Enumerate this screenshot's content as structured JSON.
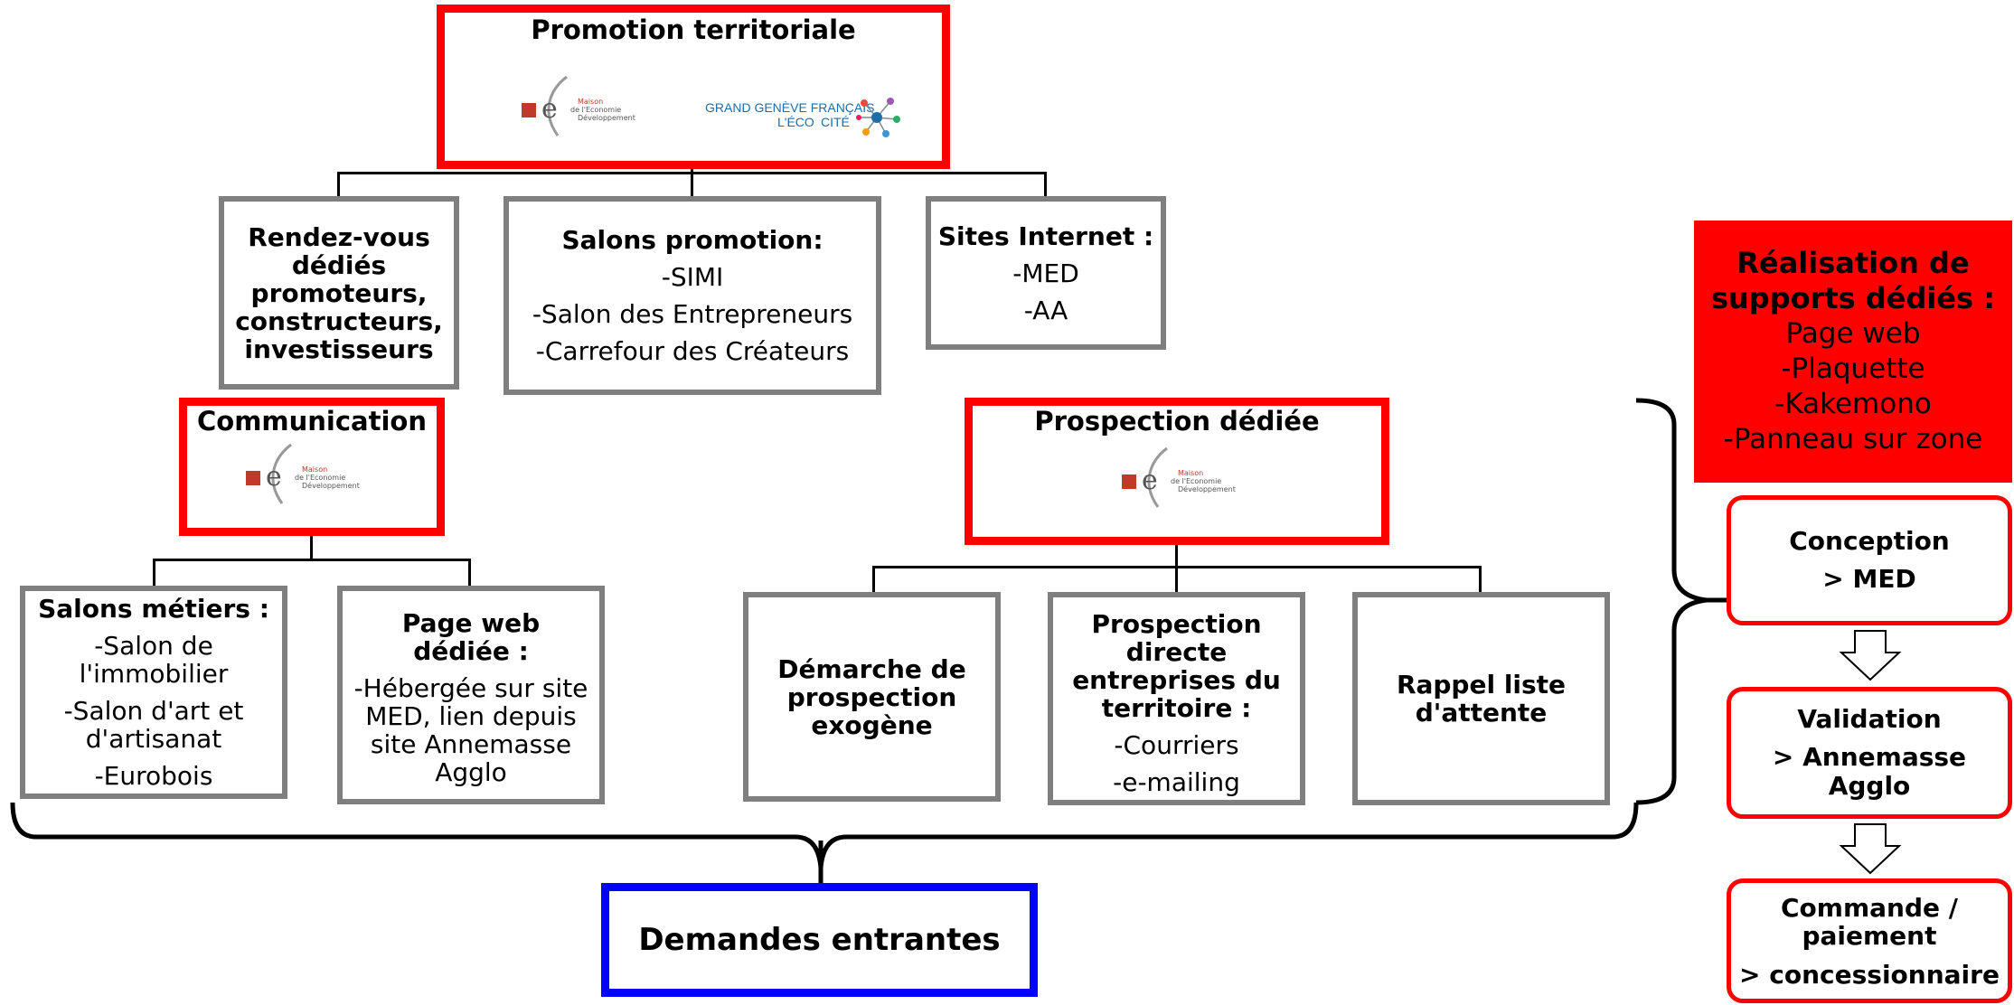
{
  "promo": {
    "title": "Promotion territoriale",
    "logo_med": {
      "line1": "Maison",
      "line2": "de l'Economie",
      "line3": "Développement"
    },
    "logo_gg": {
      "line1": "GRAND GENÈVE FRANÇAIS",
      "line2": "L'ÉCO",
      "line3": "CITÉ"
    }
  },
  "rdv": {
    "lines": [
      "Rendez-vous",
      "dédiés",
      "promoteurs,",
      "constructeurs,",
      "investisseurs"
    ]
  },
  "salons_promo": {
    "title": "Salons promotion:",
    "items": [
      "-SIMI",
      "-Salon des Entrepreneurs",
      "-Carrefour des Créateurs"
    ]
  },
  "sites": {
    "title": "Sites Internet :",
    "items": [
      "-MED",
      "-AA"
    ]
  },
  "communication": {
    "title": "Communication"
  },
  "prospection": {
    "title": "Prospection dédiée"
  },
  "salons_metiers": {
    "title": "Salons métiers :",
    "items": [
      "-Salon de",
      "l'immobilier",
      "-Salon d'art et",
      "d'artisanat",
      "-Eurobois"
    ]
  },
  "page_web": {
    "title": [
      "Page web",
      "dédiée :"
    ],
    "items": [
      "-Hébergée sur site",
      "MED, lien depuis",
      "site Annemasse",
      "Agglo"
    ]
  },
  "demarche": {
    "lines": [
      "Démarche de",
      "prospection",
      "exogène"
    ]
  },
  "prosp_directe": {
    "title": [
      "Prospection",
      "directe",
      "entreprises du",
      "territoire :"
    ],
    "items": [
      "-Courriers",
      "-e-mailing"
    ]
  },
  "rappel": {
    "lines": [
      "Rappel liste",
      "d'attente"
    ]
  },
  "demandes": {
    "label": "Demandes entrantes"
  },
  "realisation": {
    "title": [
      "Réalisation de",
      "supports dédiés :"
    ],
    "items": [
      "Page web",
      "-Plaquette",
      "-Kakemono",
      "-Panneau sur zone"
    ]
  },
  "conception": {
    "title": "Conception",
    "sub": "> MED"
  },
  "validation": {
    "title": "Validation",
    "sub": [
      "> Annemasse",
      "Agglo"
    ]
  },
  "commande": {
    "title": [
      "Commande /",
      "paiement"
    ],
    "sub": "> concessionnaire"
  },
  "colors": {
    "red": "#ff0000",
    "gray": "#7f7f7f",
    "blue": "#0000ff",
    "med_logo": "#c0392b"
  }
}
